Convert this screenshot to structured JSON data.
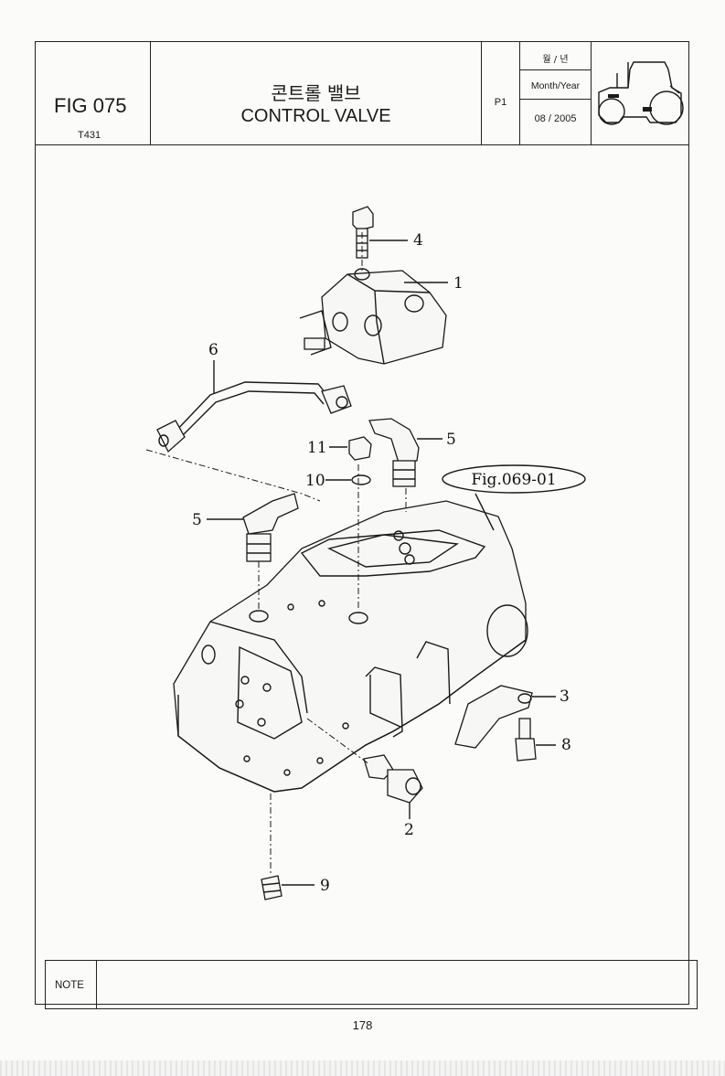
{
  "header": {
    "fig_number": "FIG 075",
    "model_code": "T431",
    "title_ko": "콘트롤 밸브",
    "title_en": "CONTROL VALVE",
    "page_code": "P1",
    "date_label_ko": "월 / 년",
    "date_label_en": "Month/Year",
    "date_value": "08 / 2005"
  },
  "diagram": {
    "figure_reference": "Fig.069-01",
    "callouts": [
      "4",
      "1",
      "6",
      "5",
      "11",
      "10",
      "5",
      "3",
      "8",
      "2",
      "9"
    ]
  },
  "footer": {
    "note_label": "NOTE",
    "page_number": "178"
  }
}
